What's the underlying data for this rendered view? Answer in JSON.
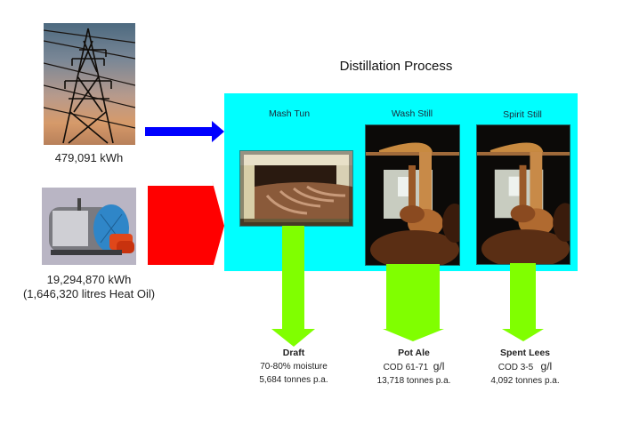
{
  "title": "Distillation Process",
  "inputs": [
    {
      "id": "electricity",
      "image": "electricity-pylon-photo",
      "label": "479,091 kWh",
      "arrow_color": "#0000ff"
    },
    {
      "id": "heat-oil",
      "image": "boiler-photo",
      "label_line1": "19,294,870 kWh",
      "label_line2": "(1,646,320 litres Heat Oil)",
      "arrow_color": "#ff0000"
    }
  ],
  "process": {
    "background": "#00ffff",
    "stages": [
      {
        "label": "Mash Tun",
        "image": "mash-tun-photo"
      },
      {
        "label": "Wash Still",
        "image": "wash-still-photo"
      },
      {
        "label": "Spirit Still",
        "image": "spirit-still-photo"
      }
    ]
  },
  "outputs": [
    {
      "name": "Draft",
      "line1": "70-80% moisture",
      "line2": "5,684 tonnes p.a."
    },
    {
      "name": "Pot Ale",
      "line1_prefix": "COD 61-71",
      "line1_unit": "g/l",
      "line2": "13,718 tonnes p.a."
    },
    {
      "name": "Spent Lees",
      "line1_prefix": "COD 3-5",
      "line1_unit": "g/l",
      "line2": "4,092 tonnes p.a."
    }
  ],
  "colors": {
    "output_arrow": "#80ff00"
  }
}
